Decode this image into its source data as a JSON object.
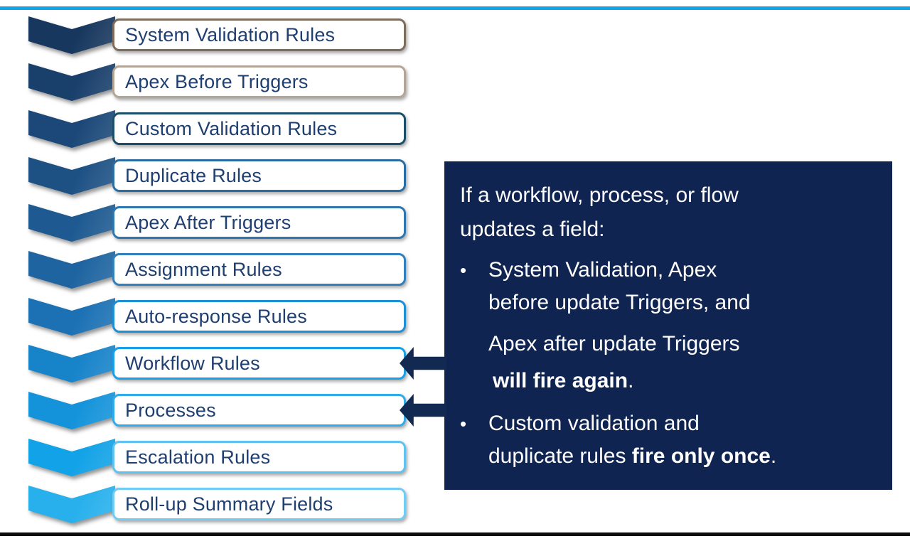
{
  "colors": {
    "top_rule": "#14a3e6",
    "bottom_rule": "#0d0d0d",
    "panel_bg": "#0f2450",
    "arrow": "#122a52",
    "label_text": "#1f3f70",
    "panel_text": "#ffffff"
  },
  "steps": [
    {
      "label": "System Validation Rules",
      "border_color": "#7e6d5d",
      "chevron_color": "#17375e"
    },
    {
      "label": "Apex Before Triggers",
      "border_color": "#b3a696",
      "chevron_color": "#193f6b"
    },
    {
      "label": "Custom Validation Rules",
      "border_color": "#1b4e68",
      "chevron_color": "#1b4878"
    },
    {
      "label": "Duplicate Rules",
      "border_color": "#2a6da3",
      "chevron_color": "#1d5184"
    },
    {
      "label": "Apex After Triggers",
      "border_color": "#2d76b0",
      "chevron_color": "#1e5a91"
    },
    {
      "label": "Assignment Rules",
      "border_color": "#2f80bd",
      "chevron_color": "#1e64a0"
    },
    {
      "label": "Auto-response Rules",
      "border_color": "#1d8fd6",
      "chevron_color": "#1b71b4"
    },
    {
      "label": "Workflow Rules",
      "border_color": "#17a0e8",
      "chevron_color": "#1783c9"
    },
    {
      "label": "Processes",
      "border_color": "#2fabea",
      "chevron_color": "#1493da"
    },
    {
      "label": "Escalation Rules",
      "border_color": "#5fc2f0",
      "chevron_color": "#12a2e7"
    },
    {
      "label": "Roll-up Summary Fields",
      "border_color": "#6fcdf3",
      "chevron_color": "#27b0ec"
    }
  ],
  "info_panel": {
    "intro_line1": "If a workflow, process, or flow",
    "intro_line2": "updates a field:",
    "bullet_char": "•",
    "bullet1": {
      "line1": "System Validation, Apex",
      "line2": "before update Triggers, and",
      "line3": "Apex after update Triggers",
      "bold": "will fire again",
      "period": "."
    },
    "bullet2": {
      "line1": "Custom validation and",
      "line2_pre": "duplicate rules ",
      "bold": "fire only once",
      "period": "."
    }
  }
}
